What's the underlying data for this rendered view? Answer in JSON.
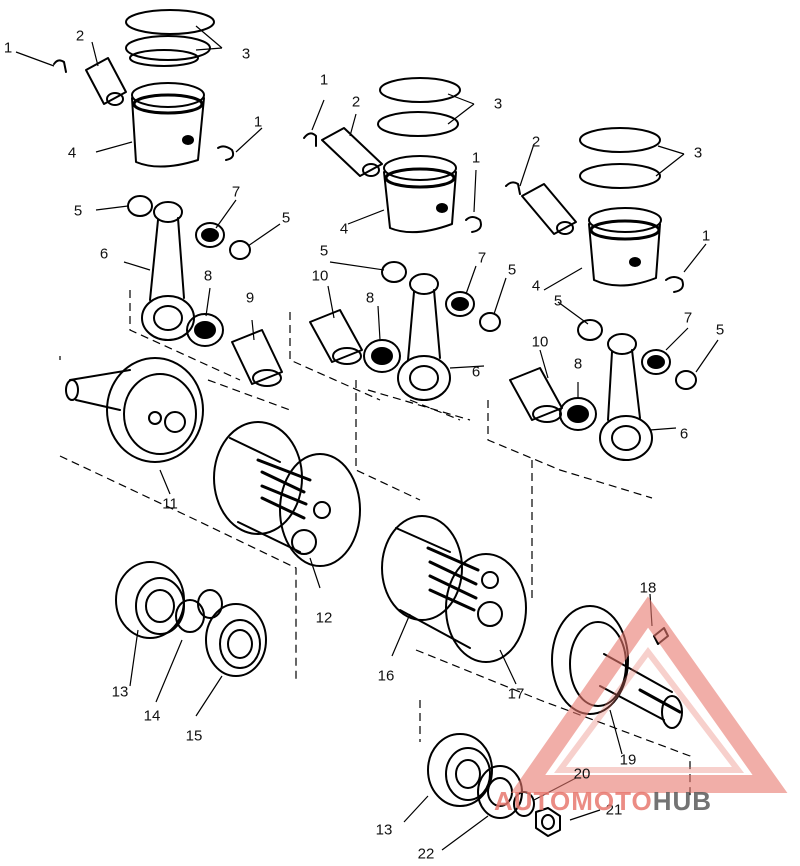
{
  "labels": [
    {
      "id": "l1a",
      "text": "1"
    },
    {
      "id": "l2a",
      "text": "2"
    },
    {
      "id": "l3a",
      "text": "3"
    },
    {
      "id": "l1b",
      "text": "1"
    },
    {
      "id": "l4a",
      "text": "4"
    },
    {
      "id": "l5a",
      "text": "5"
    },
    {
      "id": "l7a",
      "text": "7"
    },
    {
      "id": "l5b",
      "text": "5"
    },
    {
      "id": "l6a",
      "text": "6"
    },
    {
      "id": "l8a",
      "text": "8"
    },
    {
      "id": "l9a",
      "text": "9"
    },
    {
      "id": "l11",
      "text": "11"
    },
    {
      "id": "l12",
      "text": "12"
    },
    {
      "id": "l13a",
      "text": "13"
    },
    {
      "id": "l14",
      "text": "14"
    },
    {
      "id": "l15",
      "text": "15"
    },
    {
      "id": "l1c",
      "text": "1"
    },
    {
      "id": "l2b",
      "text": "2"
    },
    {
      "id": "l3b",
      "text": "3"
    },
    {
      "id": "l1d",
      "text": "1"
    },
    {
      "id": "l4b",
      "text": "4"
    },
    {
      "id": "l5c",
      "text": "5"
    },
    {
      "id": "l10a",
      "text": "10"
    },
    {
      "id": "l8b",
      "text": "8"
    },
    {
      "id": "l7b",
      "text": "7"
    },
    {
      "id": "l5d",
      "text": "5"
    },
    {
      "id": "l6b",
      "text": "6"
    },
    {
      "id": "l16",
      "text": "16"
    },
    {
      "id": "l17",
      "text": "17"
    },
    {
      "id": "l2c",
      "text": "2"
    },
    {
      "id": "l3c",
      "text": "3"
    },
    {
      "id": "l1e",
      "text": "1"
    },
    {
      "id": "l4c",
      "text": "4"
    },
    {
      "id": "l5e",
      "text": "5"
    },
    {
      "id": "l7c",
      "text": "7"
    },
    {
      "id": "l5f",
      "text": "5"
    },
    {
      "id": "l10b",
      "text": "10"
    },
    {
      "id": "l8c",
      "text": "8"
    },
    {
      "id": "l6c",
      "text": "6"
    },
    {
      "id": "l18",
      "text": "18"
    },
    {
      "id": "l19",
      "text": "19"
    },
    {
      "id": "l20",
      "text": "20"
    },
    {
      "id": "l21",
      "text": "21"
    },
    {
      "id": "l13b",
      "text": "13"
    },
    {
      "id": "l22",
      "text": "22"
    }
  ],
  "watermark": {
    "part1": "AUTO",
    "part2": "MOTO",
    "part3": "HUB",
    "color": "#e8786e"
  }
}
